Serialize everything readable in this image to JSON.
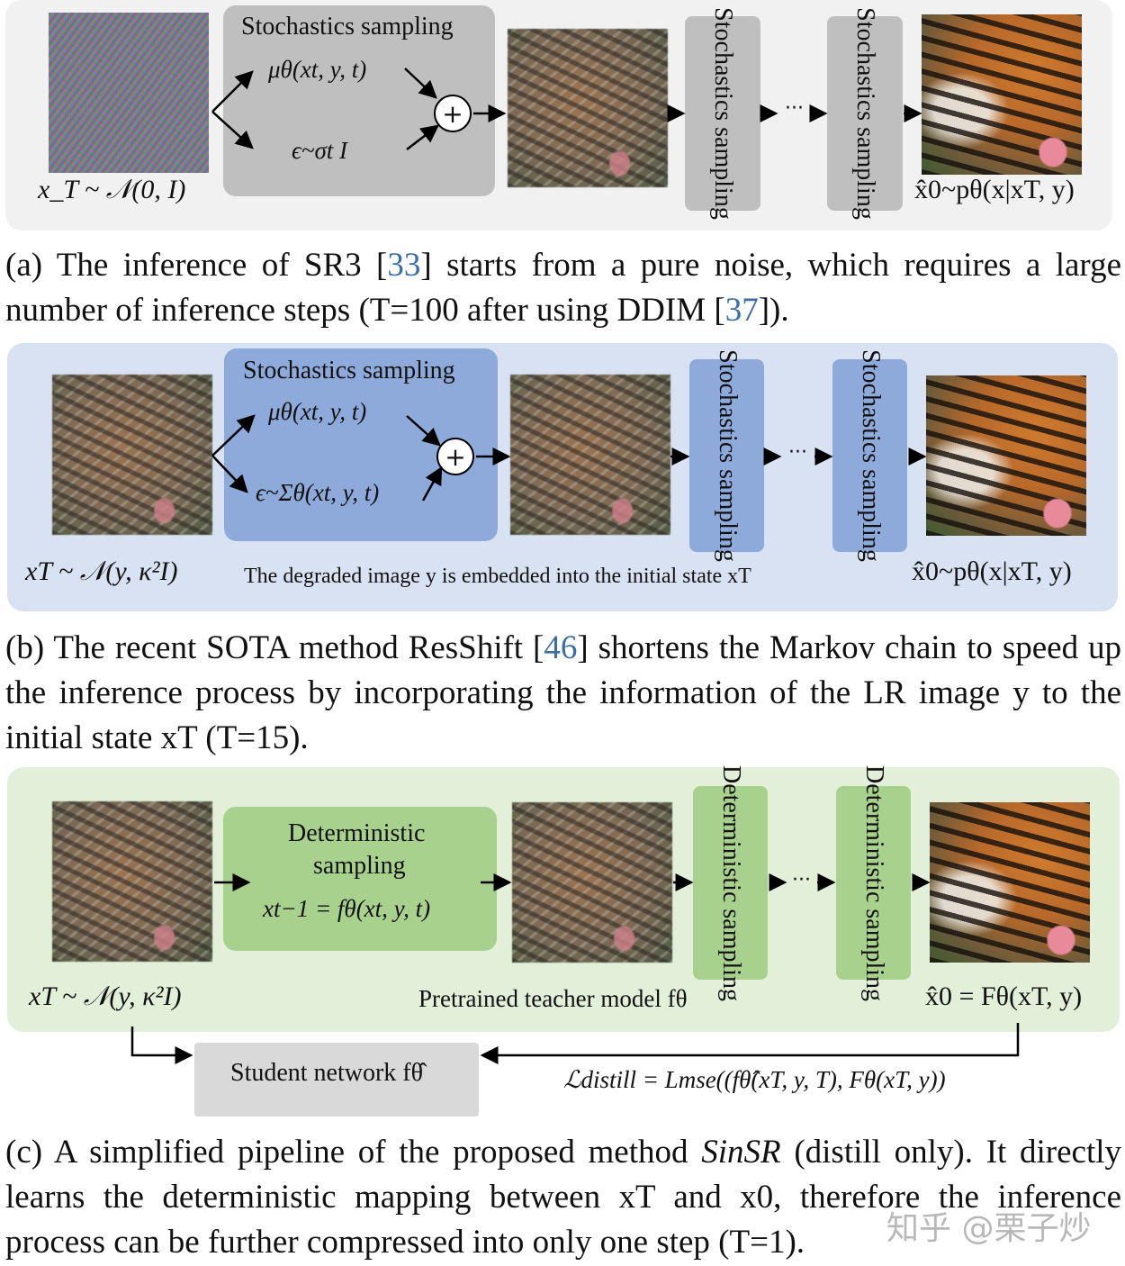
{
  "figure": {
    "panel_a": {
      "input_label": "x_T ~ 𝒩(0, I)",
      "block_title": "Stochastics sampling",
      "mean_term": "μθ(xt, y, t)",
      "noise_term": "ϵ~σt I",
      "plus_symbol": "+",
      "step_block_1": "Stochastics sampling",
      "step_block_2": "Stochastics sampling",
      "ellipsis": "···",
      "output_label": "x̂0~pθ(x|xT, y)",
      "images": [
        "pure-noise",
        "noisy-tiger-intermediate",
        "restored-tiger-output"
      ]
    },
    "panel_b": {
      "input_label": "xT ~ 𝒩(y, κ²I)",
      "block_title": "Stochastics sampling",
      "mean_term": "μθ(xt, y, t)",
      "noise_term": "ϵ~Σθ(xt, y, t)",
      "plus_symbol": "+",
      "note": "The degraded image y is embedded into the initial state xT",
      "step_block_1": "Stochastics sampling",
      "step_block_2": "Stochastics sampling",
      "ellipsis": "···",
      "output_label": "x̂0~pθ(x|xT, y)",
      "images": [
        "degraded-tiger-input",
        "noisy-tiger-intermediate",
        "restored-tiger-output"
      ]
    },
    "panel_c": {
      "input_label": "xT ~ 𝒩(y, κ²I)",
      "block_title_line1": "Deterministic",
      "block_title_line2": "sampling",
      "block_formula": "xt−1 = fθ(xt, y, t)",
      "step_block_1": "Deterministic sampling",
      "step_block_2": "Deterministic sampling",
      "ellipsis": "···",
      "teacher_label": "Pretrained teacher model fθ",
      "output_label": "x̂0 = Fθ(xT, y)",
      "student_label": "Student network fθ̂",
      "loss_formula": "ℒdistill =  Lmse((fθ̂(xT, y, T), Fθ(xT, y))",
      "images": [
        "degraded-tiger-input",
        "noisy-tiger-intermediate",
        "restored-tiger-output"
      ]
    }
  },
  "captions": {
    "a": {
      "prefix": "(a) The inference of SR3 [",
      "cite1": "33",
      "mid": "] starts from a pure noise, which requires a large number of inference steps (T=100 after using DDIM [",
      "cite2": "37",
      "suffix": "])."
    },
    "b": {
      "prefix": "(b) The recent SOTA method ResShift [",
      "cite1": "46",
      "suffix": "] shortens the Markov chain to speed up the inference process by incorporating the information of the LR image y to the initial state xT (T=15)."
    },
    "c": {
      "prefix": "(c) A simplified pipeline of the proposed method ",
      "method": "SinSR",
      "suffix": " (distill only). It directly learns the deterministic mapping between xT and x0, therefore the inference process can be further compressed into only one step (T=1)."
    }
  },
  "watermark": "知乎 @栗子炒",
  "colors": {
    "panel_a_bg": "#f1f1f1",
    "panel_b_bg": "#d9e2f3",
    "panel_c_bg": "#e2efd9",
    "gray_block": "#bfbfbf",
    "blue_block": "#8eaadb",
    "green_block": "#a9d18e",
    "student_block": "#d9d9d9",
    "citation": "#3a6ea5"
  }
}
